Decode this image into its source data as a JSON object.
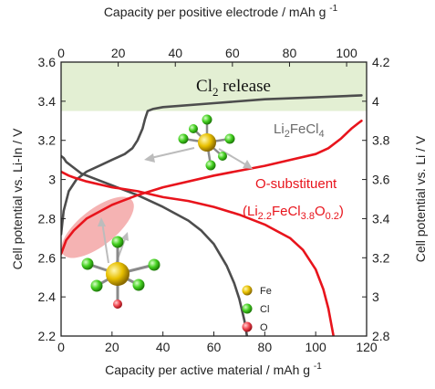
{
  "chart_data": {
    "type": "line",
    "xlabel_bottom": "Capacity per active material / mAh g",
    "xlabel_bottom_sup": "-1",
    "xlabel_top": "Capacity per positive electrode / mAh g",
    "xlabel_top_sup": "-1",
    "ylabel_left": "Cell potential vs. Li-In / V",
    "ylabel_right": "Cell potential vs. Li / V",
    "xlim_bottom": [
      0,
      120
    ],
    "xlim_top": [
      0,
      107
    ],
    "ylim_left": [
      2.2,
      3.6
    ],
    "ylim_right": [
      2.8,
      4.2
    ],
    "xticks_bottom": [
      0,
      20,
      40,
      60,
      80,
      100,
      120
    ],
    "xticks_top": [
      0,
      20,
      40,
      60,
      80,
      100
    ],
    "yticks_left": [
      2.2,
      2.4,
      2.6,
      2.8,
      3.0,
      3.2,
      3.4,
      3.6
    ],
    "yticks_right": [
      2.8,
      3.0,
      3.2,
      3.4,
      3.6,
      3.8,
      4.0,
      4.2
    ],
    "band": {
      "label_main": "Cl",
      "label_sub": "2",
      "label_rest": " release",
      "y_from": 3.35,
      "y_to": 3.6,
      "color": "#e3efd3"
    },
    "series": [
      {
        "name": "Li2FeCl4",
        "label_parts": [
          "Li",
          "2",
          "FeCl",
          "4"
        ],
        "color": "#4d4d4d",
        "curves": [
          {
            "x": [
              0,
              1,
              3,
              6,
              10,
              15,
              20,
              25,
              28,
              30,
              32,
              33,
              34,
              36,
              40,
              60,
              80,
              100,
              118
            ],
            "y": [
              2.72,
              2.84,
              2.94,
              3.0,
              3.04,
              3.07,
              3.1,
              3.13,
              3.16,
              3.2,
              3.26,
              3.31,
              3.35,
              3.36,
              3.37,
              3.39,
              3.41,
              3.42,
              3.43
            ]
          },
          {
            "x": [
              0,
              1,
              2,
              4,
              8,
              14,
              20,
              30,
              40,
              50,
              55,
              60,
              65,
              68,
              70,
              72,
              73
            ],
            "y": [
              3.12,
              3.11,
              3.09,
              3.07,
              3.03,
              3.0,
              2.97,
              2.92,
              2.86,
              2.79,
              2.74,
              2.67,
              2.56,
              2.47,
              2.39,
              2.28,
              2.2
            ]
          }
        ]
      },
      {
        "name": "O-substituent",
        "label_parts": [
          "(Li",
          "2.2",
          "FeCl",
          "3.8",
          "O",
          "0.2",
          ")"
        ],
        "color": "#e8141c",
        "curves": [
          {
            "x": [
              0,
              2,
              5,
              10,
              20,
              30,
              40,
              60,
              80,
              90,
              100,
              105,
              110,
              114,
              117,
              118
            ],
            "y": [
              2.62,
              2.69,
              2.74,
              2.8,
              2.87,
              2.92,
              2.96,
              3.02,
              3.07,
              3.1,
              3.13,
              3.16,
              3.21,
              3.26,
              3.29,
              3.3
            ]
          },
          {
            "x": [
              0,
              3,
              5,
              10,
              20,
              30,
              40,
              50,
              60,
              70,
              80,
              90,
              95,
              100,
              103,
              105,
              107
            ],
            "y": [
              3.04,
              3.02,
              3.01,
              2.99,
              2.96,
              2.94,
              2.91,
              2.89,
              2.86,
              2.82,
              2.77,
              2.7,
              2.64,
              2.54,
              2.44,
              2.34,
              2.2
            ]
          }
        ]
      }
    ],
    "atom_legend": [
      {
        "label": "Fe",
        "color": "#c9a000"
      },
      {
        "label": "Cl",
        "color": "#3cc81e"
      },
      {
        "label": "O",
        "color": "#f04650"
      }
    ]
  }
}
